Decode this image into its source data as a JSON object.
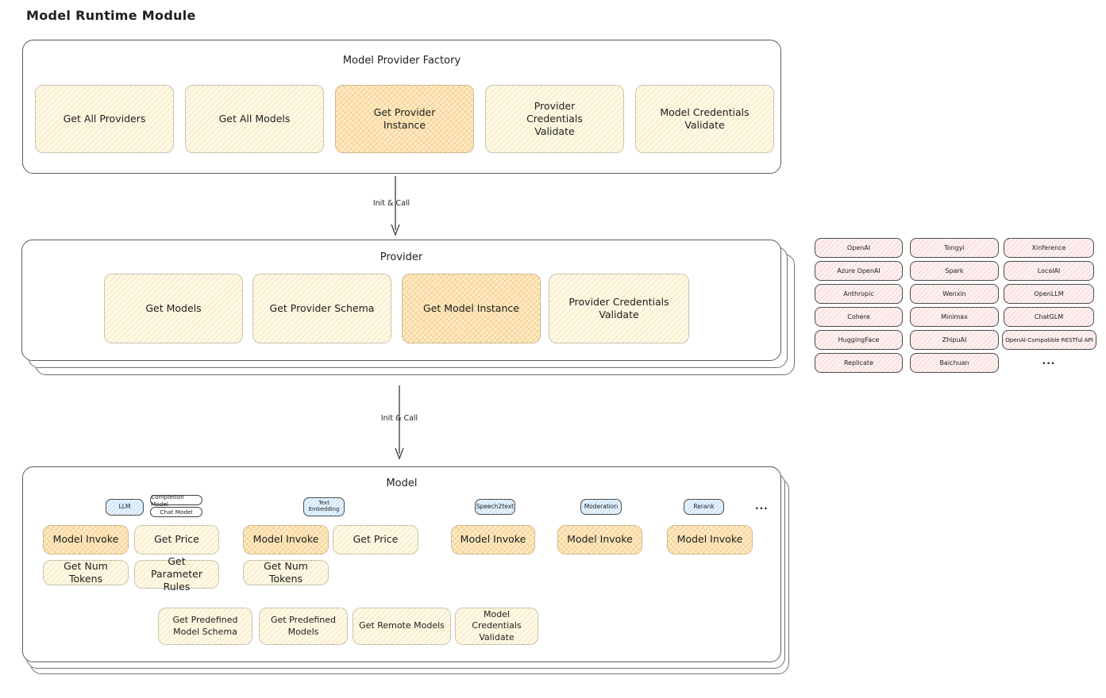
{
  "page_title": "Model Runtime Module",
  "colors": {
    "node_yellow": "#fdf8e8",
    "node_orange": "#fcecc9",
    "provider_pink": "#fdf2f2",
    "tag_blue": "#eaf4fd",
    "outline": "#5c5c5c"
  },
  "factory": {
    "title": "Model Provider Factory",
    "items": [
      {
        "label": "Get All Providers",
        "highlighted": false
      },
      {
        "label": "Get All Models",
        "highlighted": false
      },
      {
        "label": "Get Provider Instance",
        "highlighted": true
      },
      {
        "label": "Provider Credentials Validate",
        "highlighted": false
      },
      {
        "label": "Model Credentials Validate",
        "highlighted": false
      }
    ]
  },
  "arrows": {
    "init_call_1": "Init & Call",
    "init_call_2": "Init & Call"
  },
  "provider": {
    "title": "Provider",
    "items": [
      {
        "label": "Get Models",
        "highlighted": false
      },
      {
        "label": "Get Provider Schema",
        "highlighted": false
      },
      {
        "label": "Get Model Instance",
        "highlighted": true
      },
      {
        "label": "Provider Credentials Validate",
        "highlighted": false
      }
    ]
  },
  "provider_list": {
    "items": [
      "OpenAI",
      "Tongyi",
      "Xinference",
      "Azure OpenAI",
      "Spark",
      "LocalAI",
      "Anthropic",
      "Wenxin",
      "OpenLLM",
      "Cohere",
      "Minimax",
      "ChatGLM",
      "HuggingFace",
      "ZhipuAI",
      "OpenAI-Compatible RESTful API",
      "Replicate",
      "Baichuan"
    ],
    "ellipsis": "..."
  },
  "model": {
    "title": "Model",
    "type_tags": [
      "LLM",
      "Text Embedding",
      "Speech2text",
      "Moderation",
      "Rerank"
    ],
    "llm_subtags": [
      "Completion Model",
      "Chat Model"
    ],
    "ellipsis": "...",
    "functions": {
      "model_invoke": "Model Invoke",
      "get_price": "Get Price",
      "get_num_tokens": "Get Num Tokens",
      "get_parameter_rules": "Get Parameter Rules",
      "get_predefined_model_schema": "Get Predefined Model Schema",
      "get_predefined_models": "Get Predefined Models",
      "get_remote_models": "Get Remote Models",
      "model_credentials_validate": "Model Credentials Validate"
    }
  }
}
